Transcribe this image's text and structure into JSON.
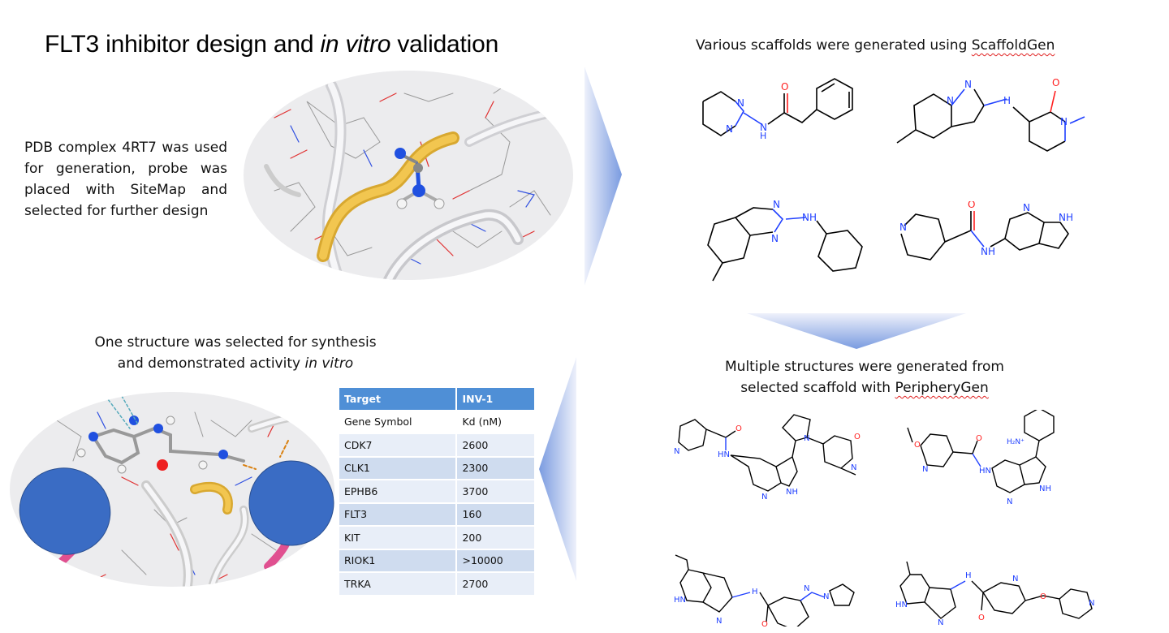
{
  "title": {
    "prefix": "FLT3 inhibitor design and ",
    "italic": "in vitro",
    "suffix": " validation"
  },
  "step1": {
    "text": "PDB complex 4RT7 was used for generation, probe was placed with SiteMap and selected for further design"
  },
  "step2": {
    "caption_prefix": "Various scaffolds were generated using ",
    "caption_tool": "ScaffoldGen",
    "scaffolds": [
      "scaffold-pyrimidinyl-phenylacetamide",
      "scaffold-pyrazolopyridine-aminopyridone",
      "scaffold-quinazoline-cyclohexylamine",
      "scaffold-nicotinamide-azaindole"
    ]
  },
  "step3": {
    "caption_line1": "Multiple structures were generated from",
    "caption_line2_prefix": "selected scaffold with ",
    "caption_tool": "PeripheryGen"
  },
  "step4": {
    "caption_line1": "One structure was selected for synthesis",
    "caption_line2_prefix": "and demonstrated activity ",
    "caption_italic": "in vitro"
  },
  "table": {
    "headers": [
      "Target",
      "INV-1"
    ],
    "subheader": [
      "Gene Symbol",
      "Kd (nM)"
    ],
    "rows": [
      [
        "CDK7",
        "2600"
      ],
      [
        "CLK1",
        "2300"
      ],
      [
        "EPHB6",
        "3700"
      ],
      [
        "FLT3",
        "160"
      ],
      [
        "KIT",
        "200"
      ],
      [
        "RIOK1",
        ">10000"
      ],
      [
        "TRKA",
        "2700"
      ]
    ]
  },
  "colors": {
    "table_header": "#4f8fd6",
    "table_row_light": "#e8eef8",
    "table_row_dark": "#cfdcef",
    "arrow": "#7a9be0",
    "nitrogen": "#2040ff",
    "oxygen": "#ff2020",
    "ribbon_gold": "#f0c040",
    "redaction_blue": "#3a6cc4"
  },
  "atoms": {
    "N": "N",
    "NH": "NH",
    "O": "O",
    "H": "H",
    "HN": "HN",
    "H2N": "H₂N⁺"
  }
}
